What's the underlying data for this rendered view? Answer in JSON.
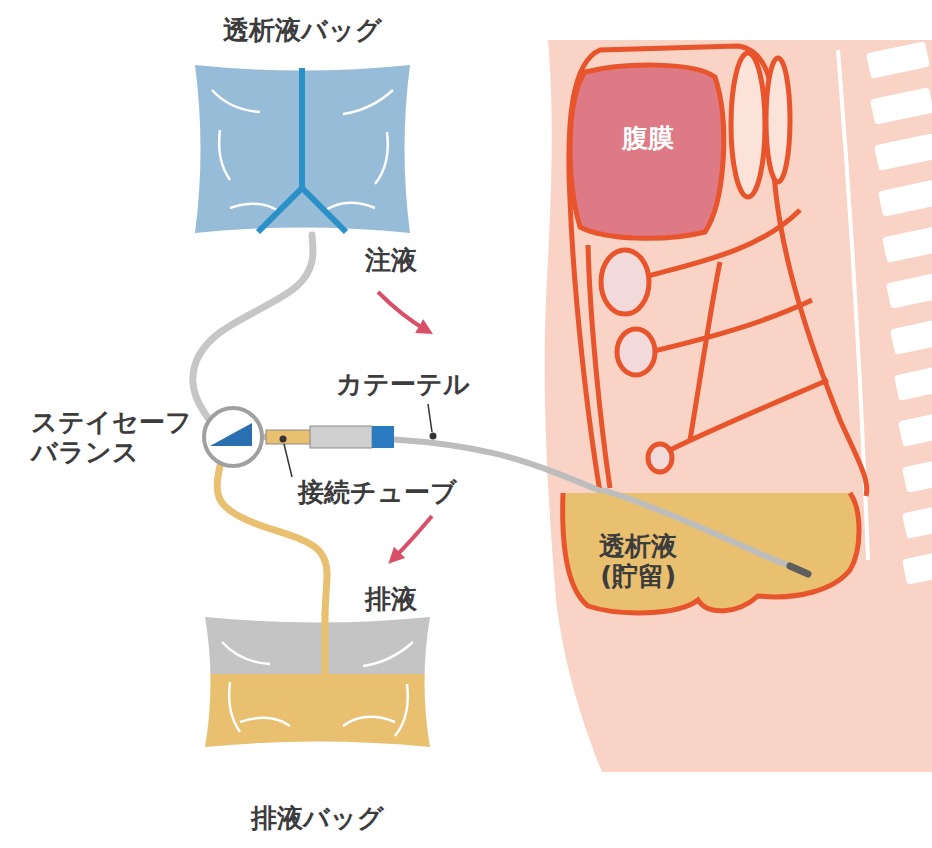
{
  "diagram": {
    "nodes": [
      {
        "text": [
          "透析液バッグ"
        ]
      },
      {
        "text": [
          "ステイセーフ バランス"
        ]
      },
      {
        "text": [
          "排液バッグ"
        ]
      },
      {
        "text": [
          "腹膜"
        ]
      },
      {
        "text": [
          "透析液 (貯留)"
        ]
      }
    ],
    "edges": [
      {
        "from": 0,
        "to": 1,
        "arrow": "none"
      },
      {
        "from": 1,
        "to": 2,
        "arrow": "none"
      },
      {
        "from": 1,
        "to": 4,
        "arrow": "none"
      }
    ],
    "labels": [
      "注液",
      "カテーテル",
      "接続チューブ",
      "排液"
    ]
  }
}
